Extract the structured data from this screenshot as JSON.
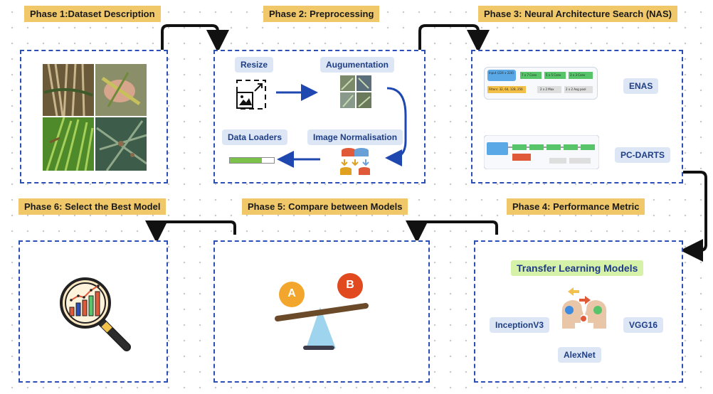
{
  "phases": {
    "p1": "Phase 1:Dataset Description",
    "p2": "Phase 2: Preprocessing",
    "p3": "Phase 3: Neural Architecture Search (NAS)",
    "p4": "Phase 4: Performance Metric",
    "p5": "Phase 5:  Compare between Models",
    "p6": "Phase 6: Select the Best Model"
  },
  "preprocessing": {
    "resize": "Resize",
    "augmentation": "Augumentation",
    "normalisation": "Image Normalisation",
    "data_loaders": "Data Loaders"
  },
  "nas": {
    "enas": "ENAS",
    "pcdarts": "PC-DARTS",
    "enas_input": "Input (224 x 224)",
    "enas_filters": "Filters: 32, 64, 128, 256",
    "enas_c1": "7 x 7 Conv",
    "enas_c2": "5 x 5 Conv",
    "enas_c3": "3 x 3 Conv",
    "enas_max": "2 x 2  Max",
    "enas_avg": "2 x 2  Avg pool"
  },
  "metric": {
    "title": "Transfer Learning Models",
    "m1": "InceptionV3",
    "m2": "VGG16",
    "m3": "AlexNet"
  },
  "compare": {
    "a": "A",
    "b": "B"
  },
  "colors": {
    "title_bg": "#f0c86a",
    "box_border": "#2b4fb6",
    "chip_bg": "#dce6f5",
    "arrow": "#1f47b0"
  }
}
